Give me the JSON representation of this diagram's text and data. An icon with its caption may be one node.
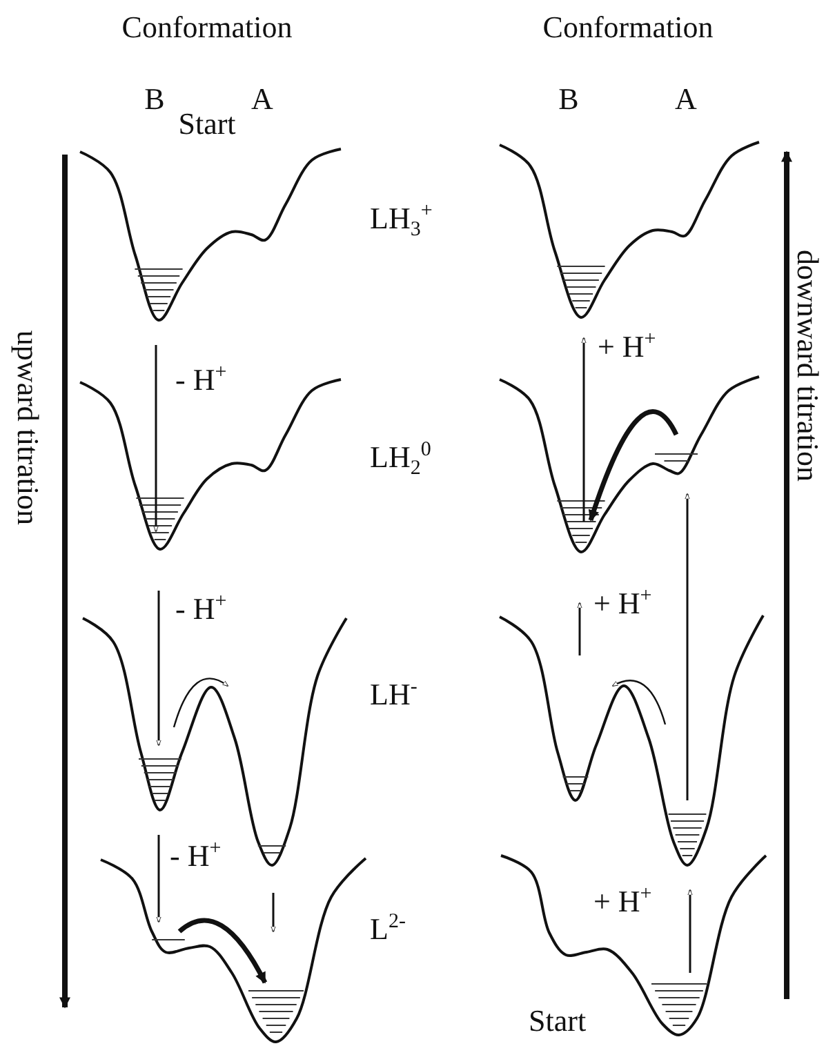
{
  "diagram": {
    "labels": [
      "Conformation",
      "Conformation",
      "B",
      "A",
      "B",
      "A",
      "Start",
      "LH$_{3}$$^{+}$",
      "upward titration",
      "downward titration",
      "- H$^{+}$",
      "+ H$^{+}$",
      "LH$_{2}$$^{0}$",
      "- H$^{+}$",
      "+ H$^{+}$",
      "LH$^{-}$",
      "- H$^{+}$",
      "+ H$^{+}$",
      "L$^{2-}$",
      "Start"
    ]
  }
}
